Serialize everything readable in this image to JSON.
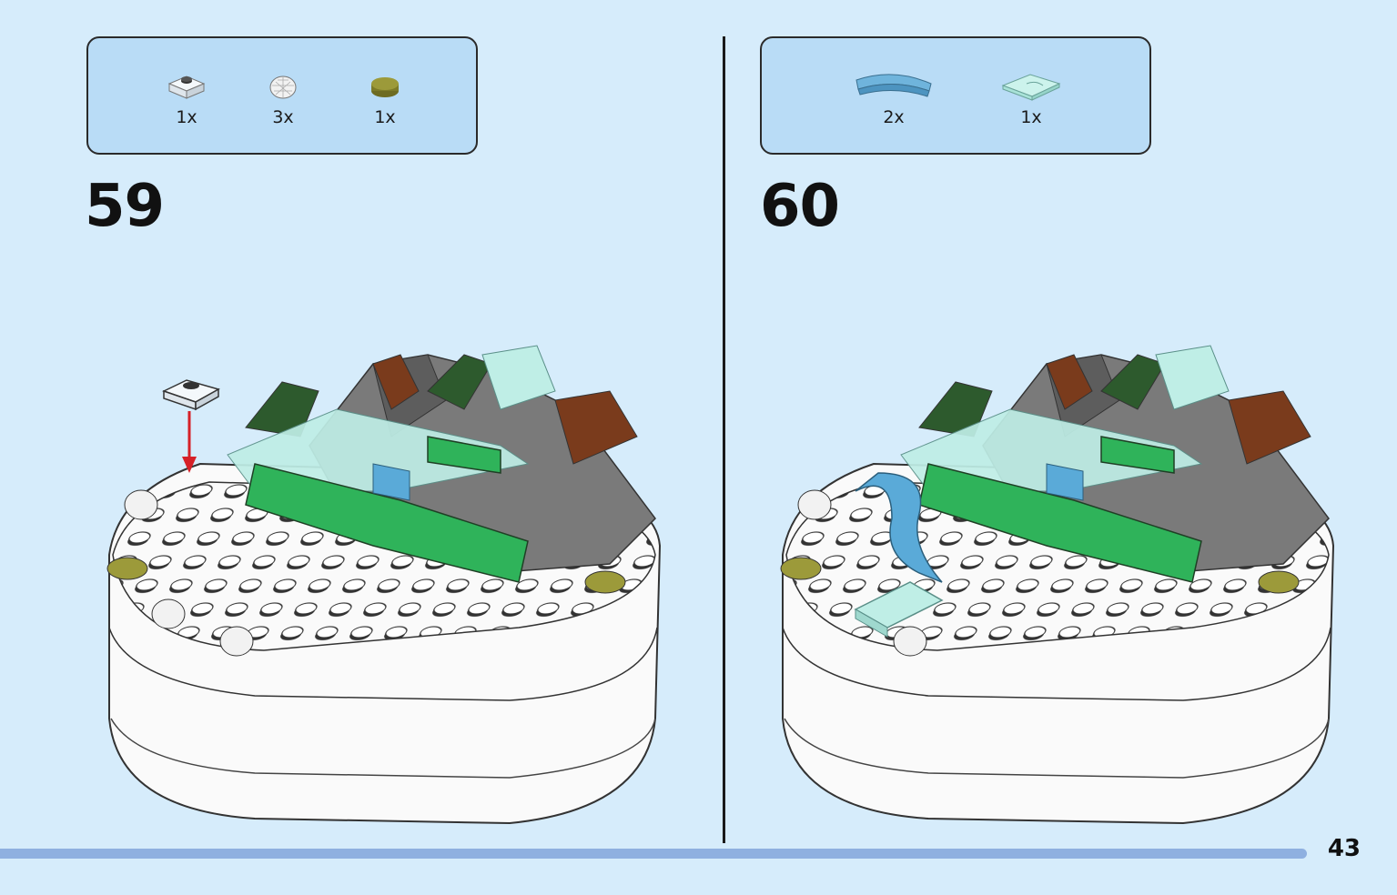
{
  "steps": [
    {
      "number": "59",
      "parts": [
        {
          "qty": "1x",
          "icon": "white-transparent-plate-1x1-icon"
        },
        {
          "qty": "3x",
          "icon": "white-round-dome-icon"
        },
        {
          "qty": "1x",
          "icon": "olive-round-tile-icon"
        }
      ]
    },
    {
      "number": "60",
      "parts": [
        {
          "qty": "2x",
          "icon": "blue-curved-tile-icon"
        },
        {
          "qty": "1x",
          "icon": "trans-light-blue-tile-icon"
        }
      ]
    }
  ],
  "page_number": "43",
  "colors": {
    "background": "#d6ecfb",
    "parts_box": "#b9dcf6",
    "progress_bar": "#8fb0e0",
    "bright_green": "#2fb35a",
    "dark_green": "#2d5a2d",
    "reddish_brown": "#7a3b1c",
    "dark_gray": "#6b6b6b",
    "trans_light_blue": "#bfeee6",
    "medium_blue": "#5aaad8",
    "olive": "#9c9a3a",
    "arrow_red": "#d62027"
  }
}
